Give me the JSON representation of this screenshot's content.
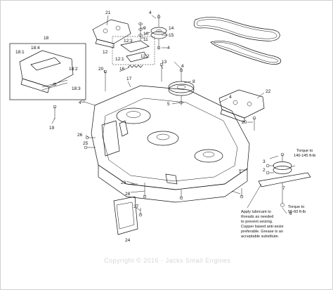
{
  "callouts": {
    "c1": "1",
    "c2": "2",
    "c3": "3",
    "c4a": "4",
    "c4b": "4",
    "c4c": "4",
    "c4d": "4",
    "c4e": "4",
    "c5": "5",
    "c6": "6",
    "c7": "7",
    "c8": "8",
    "c9": "9",
    "c10": "10",
    "c11": "11",
    "c12": "12",
    "c121": "12:1",
    "c123": "12:3",
    "c122": "12:2",
    "c13": "13",
    "c14": "14",
    "c15": "15",
    "c16": "16",
    "c17": "17",
    "c18": "18",
    "c181": "18:1",
    "c184": "18:4",
    "c182": "18:2",
    "c183": "18:3",
    "c19": "19",
    "c20a": "20",
    "c20b": "20",
    "c21": "21",
    "c22": "22",
    "c23": "23",
    "c24": "24",
    "c25": "25",
    "c26": "26",
    "c27": "27",
    "c28": "28"
  },
  "torque_top": [
    "Torque to",
    "140-145 ft-lb"
  ],
  "torque_bottom": [
    "Torque to",
    "55-60 ft-lb"
  ],
  "lubricant_note": [
    "Apply lubricant to",
    "threads as needed",
    "to prevent seizing.",
    "Copper based anti-seize",
    "preferable. Grease is an",
    "acceptable substitute."
  ],
  "watermark": "Copyright © 2016 - Jacks Small Engines"
}
